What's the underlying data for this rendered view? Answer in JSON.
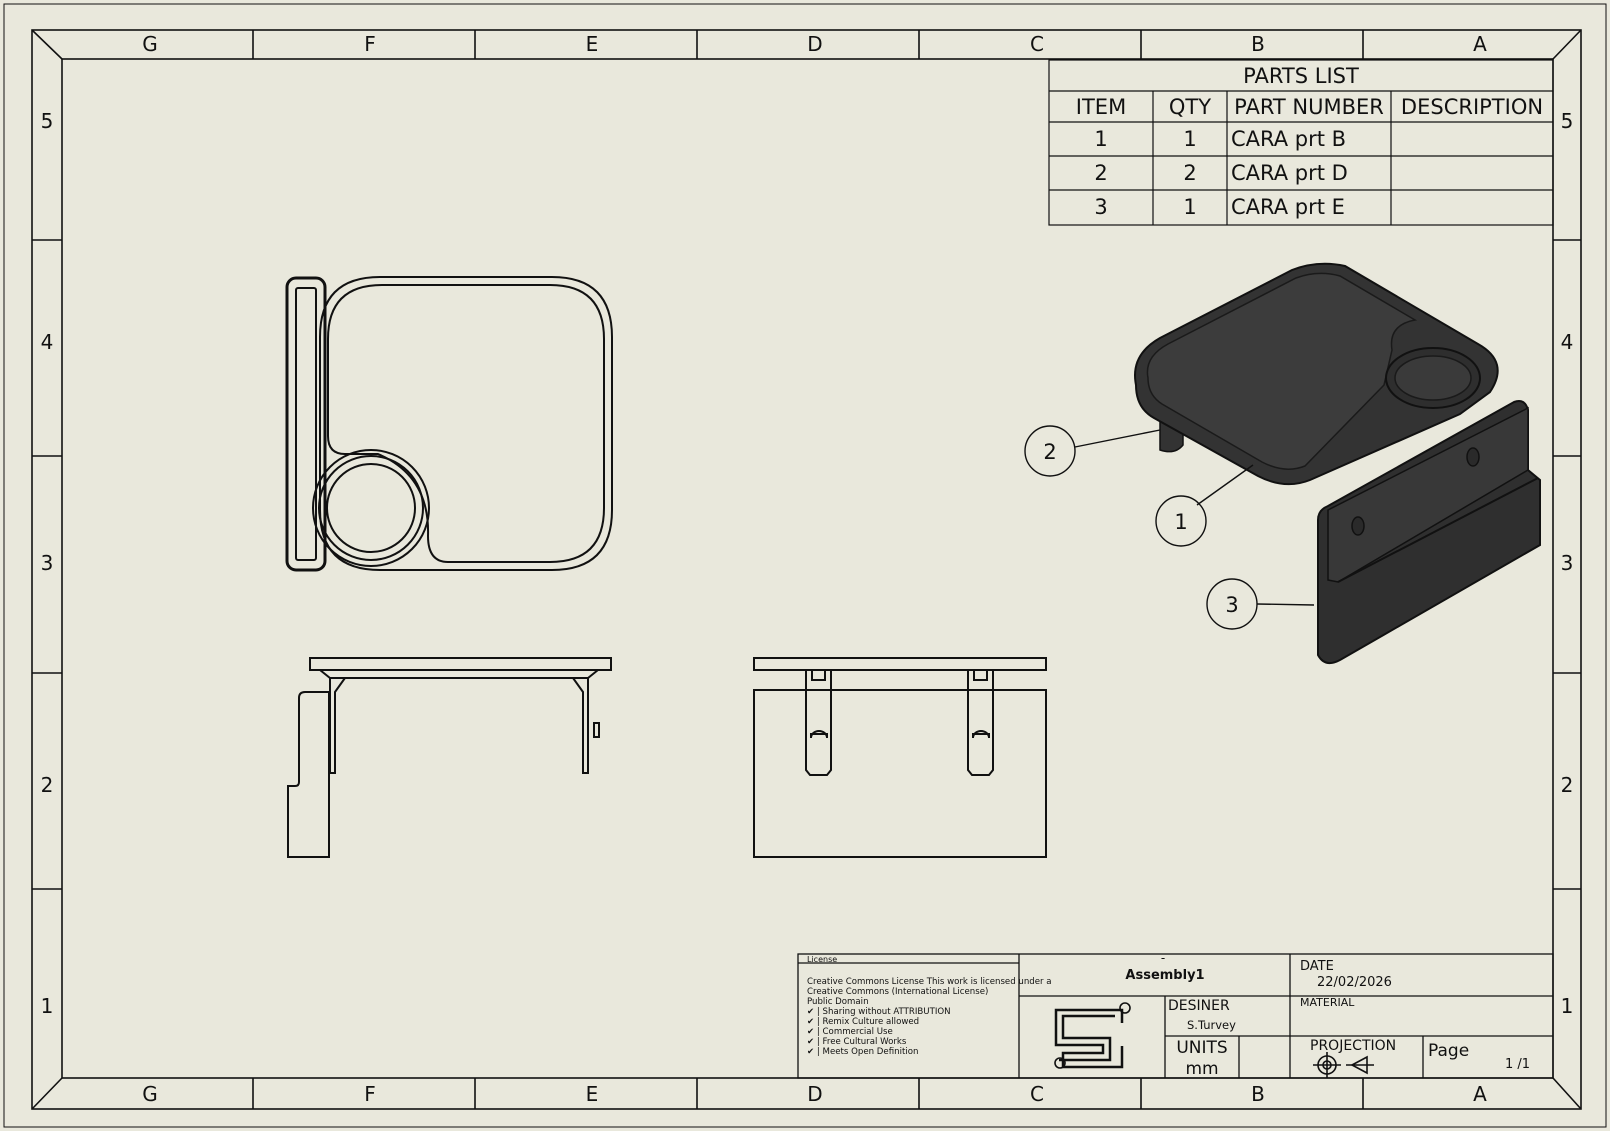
{
  "border": {
    "columns": [
      "G",
      "F",
      "E",
      "D",
      "C",
      "B",
      "A"
    ],
    "rows": [
      "5",
      "4",
      "3",
      "2",
      "1"
    ]
  },
  "parts_list": {
    "title": "PARTS LIST",
    "headers": [
      "ITEM",
      "QTY",
      "PART NUMBER",
      "DESCRIPTION"
    ],
    "rows": [
      {
        "item": "1",
        "qty": "1",
        "part": "CARA prt B",
        "desc": ""
      },
      {
        "item": "2",
        "qty": "2",
        "part": "CARA prt D",
        "desc": ""
      },
      {
        "item": "3",
        "qty": "1",
        "part": "CARA prt E",
        "desc": ""
      }
    ]
  },
  "balloons": [
    "1",
    "2",
    "3"
  ],
  "title_block": {
    "license_label": "License",
    "license_text": [
      "Creative Commons License This work is licensed under a",
      "Creative Commons (International License)",
      "Public Domain",
      "✔ | Sharing without ATTRIBUTION",
      "✔ | Remix Culture allowed",
      "✔ | Commercial Use",
      "✔ | Free Cultural Works",
      "✔ | Meets Open Definition"
    ],
    "dash": "-",
    "title": "Assembly1",
    "date_label": "DATE",
    "date_value": "22/02/2026",
    "designer_label": "DESINER",
    "designer_value": "S.Turvey",
    "material_label": "MATERIAL",
    "units_label": "UNITS",
    "units_value": "mm",
    "projection_label": "PROJECTION",
    "page_label": "Page",
    "page_value": "1 /1",
    "logo_icon": "company-logo-icon",
    "projection_icon": "first-angle-projection-icon"
  },
  "colors": {
    "background": "#e9e8dc",
    "line": "#111111",
    "model_fill": "#3a3a3a"
  }
}
